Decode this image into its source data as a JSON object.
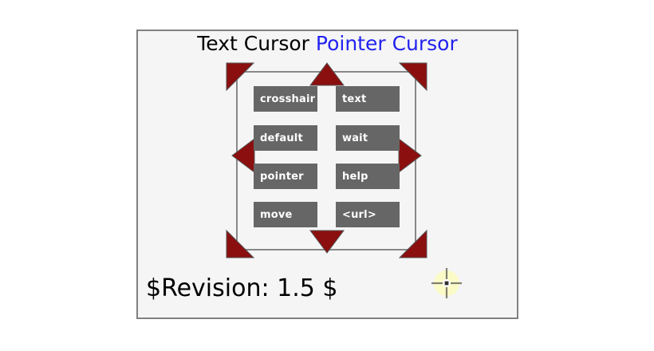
{
  "page": {
    "title_black": "Text Cursor",
    "title_blue": "Pointer Cursor",
    "revision": "$Revision: 1.5 $",
    "background": "#ffffff",
    "panel_background": "#f5f5f5",
    "border_color": "#808080",
    "inner_border_color": "#888888",
    "title_black_color": "#000000",
    "title_blue_color": "#2222ee"
  },
  "buttons": {
    "color": "#666666",
    "text_color": "#ffffff",
    "left_column": [
      {
        "label": "crosshair"
      },
      {
        "label": "default"
      },
      {
        "label": "pointer"
      },
      {
        "label": "move"
      }
    ],
    "right_column": [
      {
        "label": "text"
      },
      {
        "label": "wait"
      },
      {
        "label": "help"
      },
      {
        "label": "<url>"
      }
    ]
  },
  "arrows": {
    "fill": "#8b0f0f",
    "stroke": "#555555",
    "items": [
      {
        "name": "arrow-corner-top-left"
      },
      {
        "name": "arrow-edge-top"
      },
      {
        "name": "arrow-corner-top-right"
      },
      {
        "name": "arrow-edge-left"
      },
      {
        "name": "arrow-edge-right"
      },
      {
        "name": "arrow-corner-bottom-left"
      },
      {
        "name": "arrow-edge-bottom"
      },
      {
        "name": "arrow-corner-bottom-right"
      }
    ]
  },
  "crosshair": {
    "name": "crosshair-cursor-icon",
    "halo_color": "#fbfbc8",
    "line_color": "#808070",
    "center_fill": "#ffffff",
    "dot_color": "#303030"
  }
}
